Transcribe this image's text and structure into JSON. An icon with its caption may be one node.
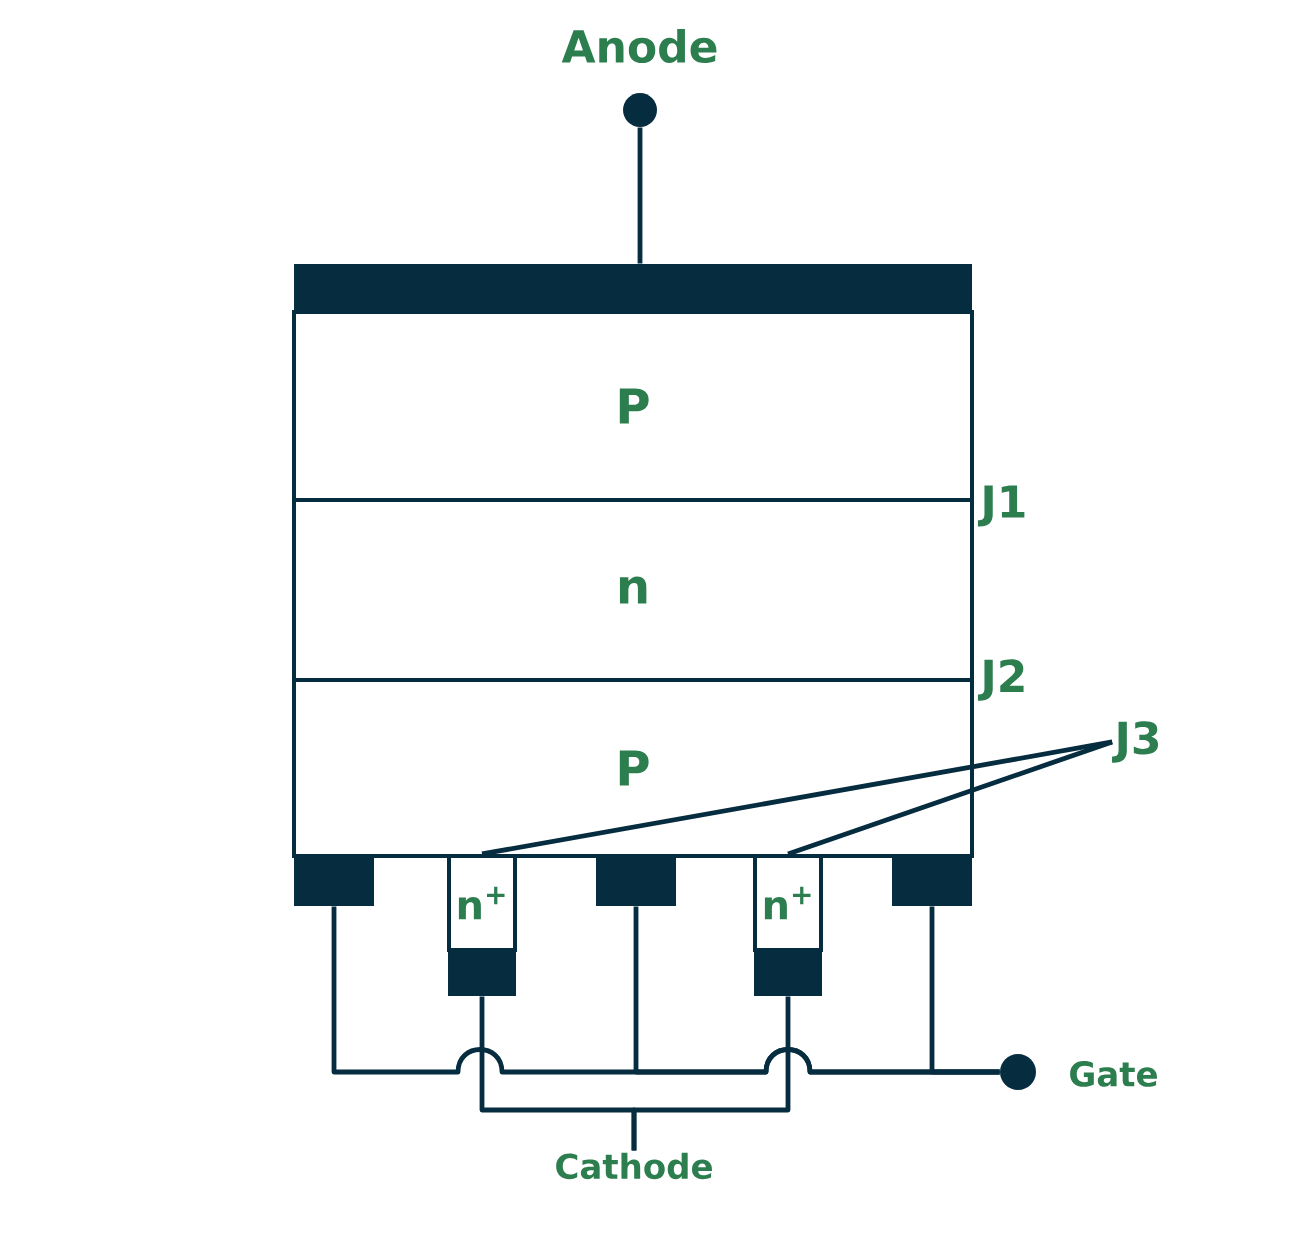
{
  "diagram": {
    "nodes": [
      {
        "text": [],
        "shape": "circle",
        "beside": [
          "Anode"
        ]
      },
      {
        "text": [],
        "shape": "bar"
      },
      {
        "text": [
          "P"
        ]
      },
      {
        "text": [
          "n"
        ]
      },
      {
        "text": [
          "P"
        ]
      },
      {
        "text": [
          "J3"
        ]
      },
      {
        "text": [],
        "shape": "box"
      },
      {
        "text": [
          "n$^{+}$"
        ]
      },
      {
        "text": [],
        "shape": "box"
      },
      {
        "text": [],
        "shape": "box"
      },
      {
        "text": [
          "n$^{+}$"
        ]
      },
      {
        "text": [],
        "shape": "box"
      },
      {
        "text": [],
        "shape": "box"
      },
      {
        "text": [],
        "shape": "circle",
        "beside": [
          "Gate"
        ]
      },
      {
        "text": [
          "Cathode"
        ]
      }
    ],
    "edges": [
      {
        "from": 0,
        "to": 1,
        "arrow": "none"
      },
      {
        "from": 5,
        "to": 7,
        "arrow": "none"
      },
      {
        "from": 5,
        "to": 10,
        "arrow": "none"
      },
      {
        "from": 6,
        "to": 13,
        "arrow": "none"
      },
      {
        "from": 9,
        "to": 13,
        "arrow": "none"
      },
      {
        "from": 12,
        "to": 13,
        "arrow": "none"
      },
      {
        "from": 8,
        "to": 14,
        "arrow": "none"
      },
      {
        "from": 11,
        "to": 14,
        "arrow": "none"
      }
    ],
    "labels": [
      "J1",
      "J2"
    ]
  }
}
